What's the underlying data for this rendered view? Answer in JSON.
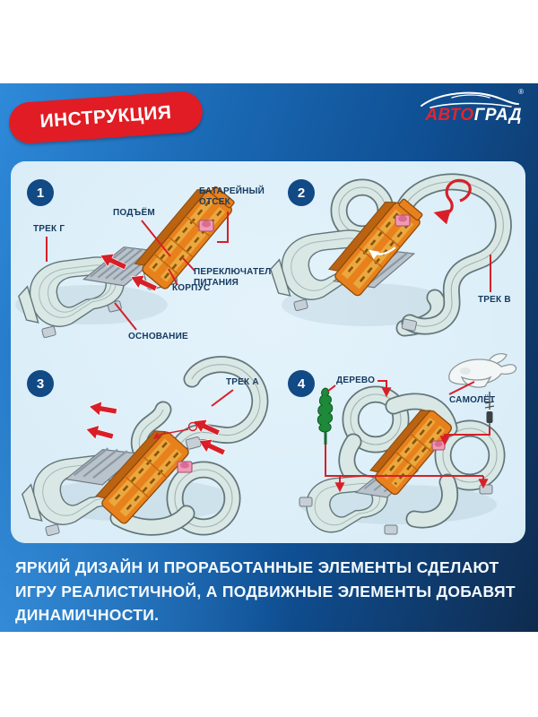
{
  "header": {
    "instruction_label": "ИНСТРУКЦИЯ",
    "brand": {
      "red_part": "АВТО",
      "white_part": "ГРАД",
      "registered_mark": "®"
    }
  },
  "steps": [
    {
      "number": "1",
      "labels": {
        "track_g": "ТРЕК Г",
        "lift": "ПОДЪЁМ",
        "battery_line1": "БАТАРЕЙНЫЙ",
        "battery_line2": "ОТСЕК",
        "switch_line1": "ПЕРЕКЛЮЧАТЕЛЬ",
        "switch_line2": "ПИТАНИЯ",
        "body": "КОРПУС",
        "base": "ОСНОВАНИЕ"
      }
    },
    {
      "number": "2",
      "labels": {
        "track_b": "ТРЕК В"
      }
    },
    {
      "number": "3",
      "labels": {
        "track_a": "ТРЕК А"
      }
    },
    {
      "number": "4",
      "labels": {
        "tree": "ДЕРЕВО",
        "plane": "САМОЛЁТ"
      }
    }
  ],
  "footer": {
    "lines": [
      "ЯРКИЙ ДИЗАЙН И ПРОРАБОТАННЫЕ ЭЛЕМЕНТЫ СДЕЛАЮТ",
      "ИГРУ РЕАЛИСТИЧНОЙ, А ПОДВИЖНЫЕ ЭЛЕМЕНТЫ ДОБАВЯТ",
      "ДИНАМИЧНОСТИ."
    ]
  },
  "colors": {
    "accent_red": "#e11c24",
    "badge_blue": "#114a85",
    "panel_bg": "#ddeef8",
    "track_fill": "#d9e8e4",
    "ramp_orange": "#e8811c",
    "label_navy": "#15395f"
  }
}
